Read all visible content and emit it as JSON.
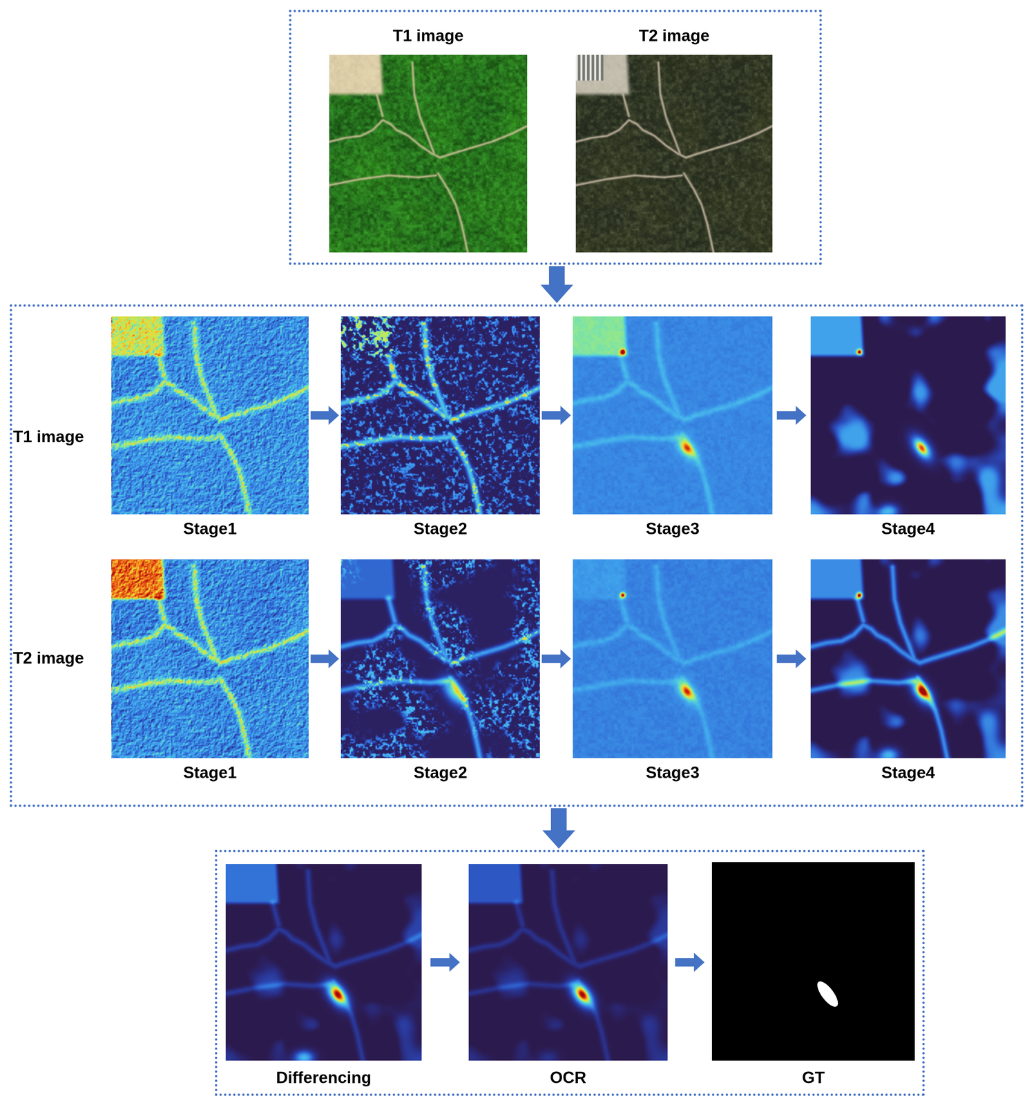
{
  "diagram": {
    "nodes": [
      {
        "text": []
      },
      {
        "text": [
          "T1 image"
        ],
        "in": 0
      },
      {
        "text": [
          "T2 image"
        ],
        "in": 0
      },
      {
        "text": []
      },
      {
        "text": [
          "Stage1"
        ],
        "in": 3
      },
      {
        "text": [
          "Stage2"
        ],
        "in": 3
      },
      {
        "text": [
          "Stage3"
        ],
        "in": 3
      },
      {
        "text": [
          "Stage4"
        ],
        "in": 3
      },
      {
        "text": [
          "Stage1"
        ],
        "in": 3
      },
      {
        "text": [
          "Stage2"
        ],
        "in": 3
      },
      {
        "text": [
          "Stage3"
        ],
        "in": 3
      },
      {
        "text": [
          "Stage4"
        ],
        "in": 3
      },
      {
        "text": []
      },
      {
        "text": [
          "Differencing"
        ],
        "in": 12
      },
      {
        "text": [
          "OCR"
        ],
        "in": 12
      },
      {
        "text": [
          "GT"
        ],
        "in": 12
      }
    ],
    "edges": [
      {
        "from": 0,
        "to": 3,
        "arrow": "to"
      },
      {
        "from": 3,
        "to": 12,
        "arrow": "to"
      },
      {
        "from": 4,
        "to": 5,
        "arrow": "to"
      },
      {
        "from": 5,
        "to": 6,
        "arrow": "to"
      },
      {
        "from": 6,
        "to": 7,
        "arrow": "to"
      },
      {
        "from": 8,
        "to": 9,
        "arrow": "to"
      },
      {
        "from": 9,
        "to": 10,
        "arrow": "to"
      },
      {
        "from": 10,
        "to": 11,
        "arrow": "to"
      },
      {
        "from": 13,
        "to": 14,
        "arrow": "to"
      },
      {
        "from": 14,
        "to": 15,
        "arrow": "to"
      }
    ],
    "labels": [
      "T1 image",
      "T2 image"
    ]
  }
}
